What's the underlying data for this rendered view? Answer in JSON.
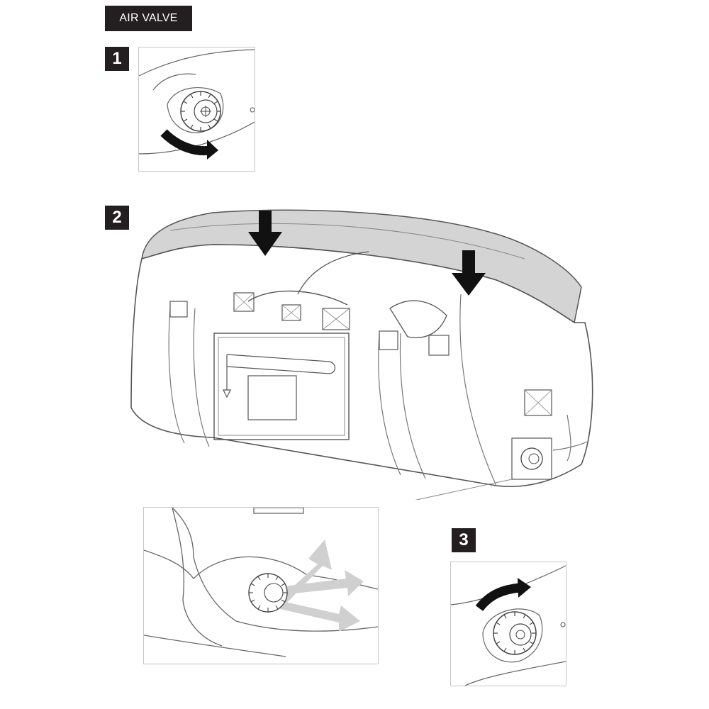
{
  "document": {
    "section_title": "AIR VALVE",
    "steps": [
      {
        "number": "1"
      },
      {
        "number": "2"
      },
      {
        "number": "3"
      }
    ]
  },
  "colors": {
    "ink": "#231f20",
    "line": "#555555",
    "panel_border": "#c8c8c8",
    "roll_top": "#d4d4d4",
    "air_flow": "#cfcfcf"
  },
  "icons": {
    "turn_open": "curved-arrow-clockwise-icon",
    "press_down": "down-arrow-icon",
    "turn_close": "curved-arrow-over-icon",
    "air_out": "air-flow-arrows-icon"
  }
}
